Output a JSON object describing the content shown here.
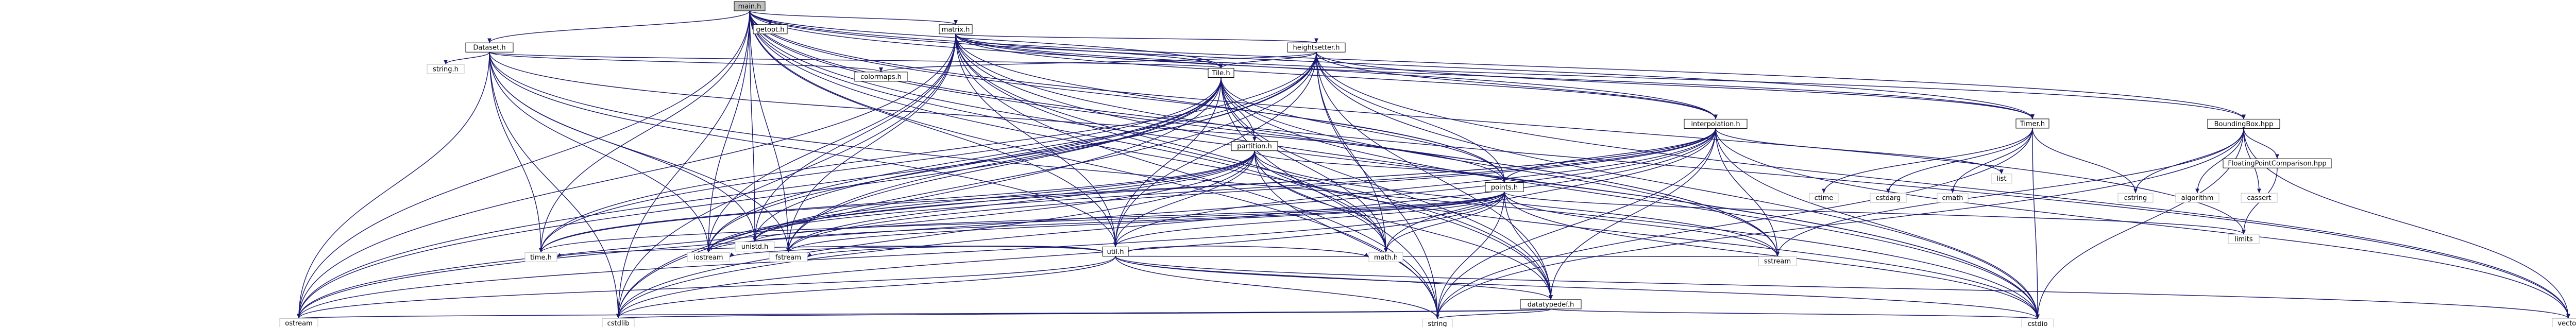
{
  "graph": {
    "root": "main.h",
    "nodes": [
      {
        "id": "main",
        "label": "main.h",
        "kind": "root"
      },
      {
        "id": "getopt",
        "label": "getopt.h",
        "kind": "file"
      },
      {
        "id": "matrix",
        "label": "matrix.h",
        "kind": "file"
      },
      {
        "id": "dataset",
        "label": "Dataset.h",
        "kind": "file"
      },
      {
        "id": "heightsetter",
        "label": "heightsetter.h",
        "kind": "file"
      },
      {
        "id": "string_h",
        "label": "string.h",
        "kind": "leaf"
      },
      {
        "id": "colormaps",
        "label": "colormaps.h",
        "kind": "file"
      },
      {
        "id": "tile",
        "label": "Tile.h",
        "kind": "file"
      },
      {
        "id": "interpolation",
        "label": "interpolation.h",
        "kind": "file"
      },
      {
        "id": "timer",
        "label": "Timer.h",
        "kind": "file"
      },
      {
        "id": "boundingbox",
        "label": "BoundingBox.hpp",
        "kind": "file"
      },
      {
        "id": "partition",
        "label": "partition.h",
        "kind": "file"
      },
      {
        "id": "points",
        "label": "points.h",
        "kind": "file"
      },
      {
        "id": "util",
        "label": "util.h",
        "kind": "file"
      },
      {
        "id": "datatypedef",
        "label": "datatypedef.h",
        "kind": "file"
      },
      {
        "id": "fpcompare",
        "label": "FloatingPointComparison.hpp",
        "kind": "file"
      },
      {
        "id": "list",
        "label": "list",
        "kind": "leaf"
      },
      {
        "id": "unistd",
        "label": "unistd.h",
        "kind": "leaf"
      },
      {
        "id": "fstream",
        "label": "fstream",
        "kind": "leaf"
      },
      {
        "id": "iostream",
        "label": "iostream",
        "kind": "leaf"
      },
      {
        "id": "time_h",
        "label": "time.h",
        "kind": "leaf"
      },
      {
        "id": "math_h",
        "label": "math.h",
        "kind": "leaf"
      },
      {
        "id": "sstream",
        "label": "sstream",
        "kind": "leaf"
      },
      {
        "id": "cstdlib",
        "label": "cstdlib",
        "kind": "leaf"
      },
      {
        "id": "cstdio",
        "label": "cstdio",
        "kind": "leaf"
      },
      {
        "id": "string",
        "label": "string",
        "kind": "leaf"
      },
      {
        "id": "ostream",
        "label": "ostream",
        "kind": "leaf"
      },
      {
        "id": "vector",
        "label": "vector",
        "kind": "leaf"
      },
      {
        "id": "ctime",
        "label": "ctime",
        "kind": "leaf"
      },
      {
        "id": "cstdarg",
        "label": "cstdarg",
        "kind": "leaf"
      },
      {
        "id": "cmath",
        "label": "cmath",
        "kind": "leaf"
      },
      {
        "id": "cstring",
        "label": "cstring",
        "kind": "leaf"
      },
      {
        "id": "algorithm",
        "label": "algorithm",
        "kind": "leaf"
      },
      {
        "id": "cassert",
        "label": "cassert",
        "kind": "leaf"
      },
      {
        "id": "limits",
        "label": "limits",
        "kind": "leaf"
      }
    ],
    "edges": [
      [
        "main",
        "getopt"
      ],
      [
        "main",
        "matrix"
      ],
      [
        "main",
        "dataset"
      ],
      [
        "main",
        "tile"
      ],
      [
        "main",
        "interpolation"
      ],
      [
        "main",
        "timer"
      ],
      [
        "main",
        "boundingbox"
      ],
      [
        "main",
        "points"
      ],
      [
        "main",
        "util"
      ],
      [
        "main",
        "datatypedef"
      ],
      [
        "main",
        "unistd"
      ],
      [
        "main",
        "fstream"
      ],
      [
        "main",
        "iostream"
      ],
      [
        "main",
        "time_h"
      ],
      [
        "main",
        "math_h"
      ],
      [
        "main",
        "sstream"
      ],
      [
        "main",
        "cstdlib"
      ],
      [
        "main",
        "cstdio"
      ],
      [
        "main",
        "string"
      ],
      [
        "main",
        "ostream"
      ],
      [
        "main",
        "vector"
      ],
      [
        "main",
        "limits"
      ],
      [
        "matrix",
        "heightsetter"
      ],
      [
        "matrix",
        "tile"
      ],
      [
        "matrix",
        "interpolation"
      ],
      [
        "matrix",
        "timer"
      ],
      [
        "matrix",
        "boundingbox"
      ],
      [
        "matrix",
        "points"
      ],
      [
        "matrix",
        "util"
      ],
      [
        "matrix",
        "datatypedef"
      ],
      [
        "matrix",
        "unistd"
      ],
      [
        "matrix",
        "fstream"
      ],
      [
        "matrix",
        "iostream"
      ],
      [
        "matrix",
        "math_h"
      ],
      [
        "matrix",
        "sstream"
      ],
      [
        "matrix",
        "cstdlib"
      ],
      [
        "matrix",
        "cstdio"
      ],
      [
        "matrix",
        "string"
      ],
      [
        "matrix",
        "ostream"
      ],
      [
        "dataset",
        "string_h"
      ],
      [
        "dataset",
        "colormaps"
      ],
      [
        "dataset",
        "tile"
      ],
      [
        "dataset",
        "points"
      ],
      [
        "dataset",
        "util"
      ],
      [
        "dataset",
        "unistd"
      ],
      [
        "dataset",
        "fstream"
      ],
      [
        "dataset",
        "iostream"
      ],
      [
        "dataset",
        "time_h"
      ],
      [
        "dataset",
        "cstdlib"
      ],
      [
        "dataset",
        "cstdio"
      ],
      [
        "dataset",
        "ostream"
      ],
      [
        "heightsetter",
        "colormaps"
      ],
      [
        "heightsetter",
        "tile"
      ],
      [
        "heightsetter",
        "interpolation"
      ],
      [
        "heightsetter",
        "timer"
      ],
      [
        "heightsetter",
        "points"
      ],
      [
        "heightsetter",
        "util"
      ],
      [
        "heightsetter",
        "datatypedef"
      ],
      [
        "heightsetter",
        "fstream"
      ],
      [
        "heightsetter",
        "iostream"
      ],
      [
        "heightsetter",
        "time_h"
      ],
      [
        "heightsetter",
        "math_h"
      ],
      [
        "heightsetter",
        "cstdlib"
      ],
      [
        "heightsetter",
        "cstdio"
      ],
      [
        "heightsetter",
        "string"
      ],
      [
        "heightsetter",
        "ostream"
      ],
      [
        "heightsetter",
        "vector"
      ],
      [
        "tile",
        "partition"
      ],
      [
        "tile",
        "points"
      ],
      [
        "tile",
        "util"
      ],
      [
        "tile",
        "datatypedef"
      ],
      [
        "tile",
        "unistd"
      ],
      [
        "tile",
        "fstream"
      ],
      [
        "tile",
        "iostream"
      ],
      [
        "tile",
        "time_h"
      ],
      [
        "tile",
        "math_h"
      ],
      [
        "tile",
        "sstream"
      ],
      [
        "tile",
        "cstdlib"
      ],
      [
        "tile",
        "cstdio"
      ],
      [
        "tile",
        "string"
      ],
      [
        "tile",
        "ostream"
      ],
      [
        "interpolation",
        "points"
      ],
      [
        "interpolation",
        "util"
      ],
      [
        "interpolation",
        "datatypedef"
      ],
      [
        "interpolation",
        "list"
      ],
      [
        "interpolation",
        "unistd"
      ],
      [
        "interpolation",
        "fstream"
      ],
      [
        "interpolation",
        "iostream"
      ],
      [
        "interpolation",
        "time_h"
      ],
      [
        "interpolation",
        "math_h"
      ],
      [
        "interpolation",
        "sstream"
      ],
      [
        "interpolation",
        "cstdlib"
      ],
      [
        "interpolation",
        "cstdio"
      ],
      [
        "interpolation",
        "string"
      ],
      [
        "interpolation",
        "ostream"
      ],
      [
        "interpolation",
        "vector"
      ],
      [
        "timer",
        "ctime"
      ],
      [
        "timer",
        "cstdarg"
      ],
      [
        "timer",
        "cmath"
      ],
      [
        "timer",
        "cstring"
      ],
      [
        "timer",
        "cstdio"
      ],
      [
        "timer",
        "string"
      ],
      [
        "boundingbox",
        "fpcompare"
      ],
      [
        "boundingbox",
        "cstring"
      ],
      [
        "boundingbox",
        "algorithm"
      ],
      [
        "boundingbox",
        "cassert"
      ],
      [
        "boundingbox",
        "sstream"
      ],
      [
        "boundingbox",
        "cstdio"
      ],
      [
        "boundingbox",
        "string"
      ],
      [
        "boundingbox",
        "vector"
      ],
      [
        "fpcompare",
        "limits"
      ],
      [
        "partition",
        "points"
      ],
      [
        "partition",
        "util"
      ],
      [
        "partition",
        "datatypedef"
      ],
      [
        "partition",
        "unistd"
      ],
      [
        "partition",
        "fstream"
      ],
      [
        "partition",
        "iostream"
      ],
      [
        "partition",
        "time_h"
      ],
      [
        "partition",
        "math_h"
      ],
      [
        "partition",
        "sstream"
      ],
      [
        "partition",
        "cstdlib"
      ],
      [
        "partition",
        "cstdio"
      ],
      [
        "partition",
        "string"
      ],
      [
        "partition",
        "ostream"
      ],
      [
        "points",
        "util"
      ],
      [
        "points",
        "datatypedef"
      ],
      [
        "points",
        "unistd"
      ],
      [
        "points",
        "fstream"
      ],
      [
        "points",
        "iostream"
      ],
      [
        "points",
        "time_h"
      ],
      [
        "points",
        "math_h"
      ],
      [
        "points",
        "sstream"
      ],
      [
        "points",
        "cstdlib"
      ],
      [
        "points",
        "cstdio"
      ],
      [
        "points",
        "string"
      ],
      [
        "points",
        "ostream"
      ],
      [
        "points",
        "limits"
      ],
      [
        "util",
        "datatypedef"
      ],
      [
        "util",
        "fstream"
      ],
      [
        "util",
        "iostream"
      ],
      [
        "util",
        "time_h"
      ],
      [
        "util",
        "math_h"
      ],
      [
        "util",
        "sstream"
      ],
      [
        "util",
        "cstdlib"
      ],
      [
        "util",
        "cstdio"
      ],
      [
        "util",
        "string"
      ],
      [
        "util",
        "ostream"
      ],
      [
        "util",
        "vector"
      ],
      [
        "datatypedef",
        "cstdlib"
      ],
      [
        "datatypedef",
        "cstdio"
      ],
      [
        "datatypedef",
        "string"
      ],
      [
        "datatypedef",
        "ostream"
      ]
    ]
  }
}
